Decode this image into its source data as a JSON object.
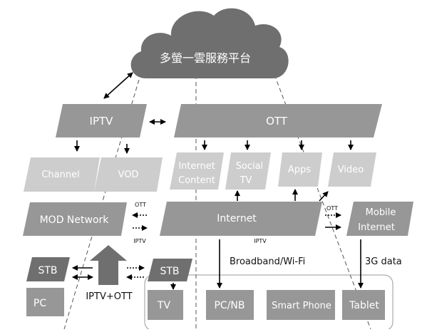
{
  "cloud": {
    "label": "多螢一雲服務平台"
  },
  "iptv": {
    "label": "IPTV"
  },
  "ott": {
    "label": "OTT"
  },
  "services": {
    "channel": "Channel",
    "vod": "VOD",
    "internet_content": [
      "Internet",
      "Content"
    ],
    "social_tv": [
      "Social",
      "TV"
    ],
    "apps": "Apps",
    "video": "Video"
  },
  "networks": {
    "mod_network": "MOD Network",
    "internet": "Internet",
    "mobile_internet": [
      "Mobile",
      "Internet"
    ]
  },
  "small_labels": {
    "ott_left": "OTT",
    "iptv_left": "IPTV",
    "ott_right": "OTT",
    "iptv_under_internet": "IPTV"
  },
  "link_labels": {
    "broadband": "Broadband/Wi-Fi",
    "three_g": "3G data",
    "iptv_ott": "IPTV+OTT"
  },
  "devices": {
    "stb_left": "STB",
    "pc": "PC",
    "stb_right": "STB",
    "tv": "TV",
    "pcnb": "PC/NB",
    "smart_phone": "Smart Phone",
    "tablet": "Tablet"
  },
  "colors": {
    "dark": "#6f6f6f",
    "mid": "#979797",
    "light": "#cdcdcd",
    "arrow": "#000000"
  }
}
